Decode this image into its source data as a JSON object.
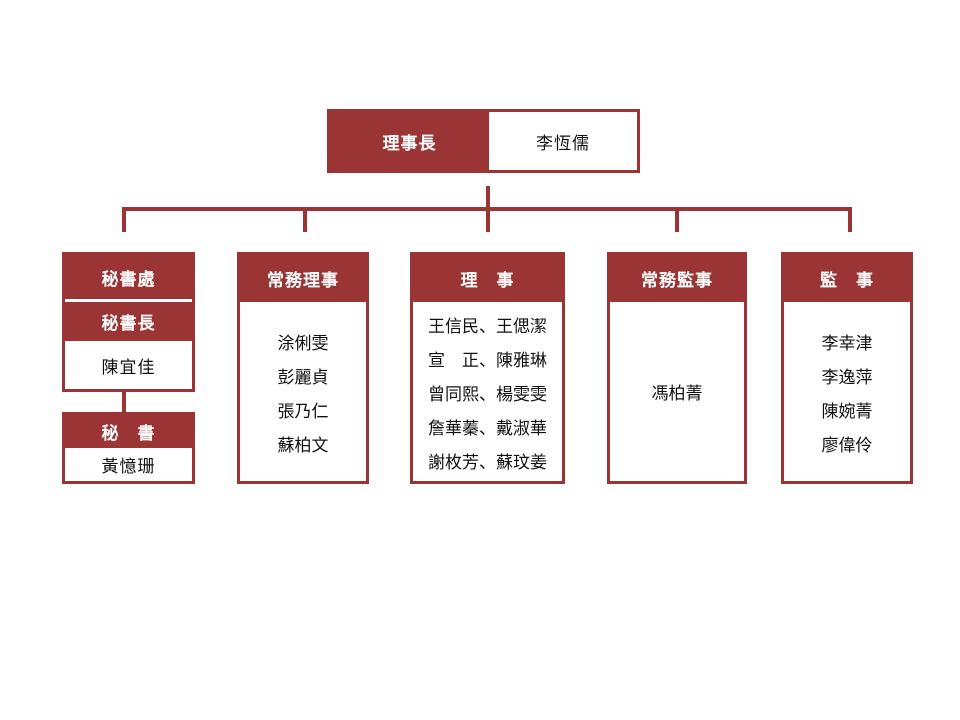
{
  "colors": {
    "accent": "#9b3535",
    "background": "#ffffff",
    "text": "#111111"
  },
  "chairman": {
    "title": "理事長",
    "name": "李恆儒"
  },
  "secretariat": {
    "title": "秘書處",
    "sub_title": "秘書長",
    "sub_name": "陳宜佳",
    "secretary_title": "秘　書",
    "secretary_name": "黃憶珊"
  },
  "executive_directors": {
    "title": "常務理事",
    "members": [
      "涂俐雯",
      "彭麗貞",
      "張乃仁",
      "蘇柏文"
    ]
  },
  "directors": {
    "title": "理　事",
    "rows": [
      "王信民、王偲潔",
      "宣　正、陳雅琳",
      "曾同熙、楊雯雯",
      "詹華蓁、戴淑華",
      "謝枚芳、蘇玟姜"
    ]
  },
  "executive_supervisor": {
    "title": "常務監事",
    "members": [
      "馮柏菁"
    ]
  },
  "supervisors": {
    "title": "監　事",
    "members": [
      "李幸津",
      "李逸萍",
      "陳婉菁",
      "廖偉伶"
    ]
  }
}
